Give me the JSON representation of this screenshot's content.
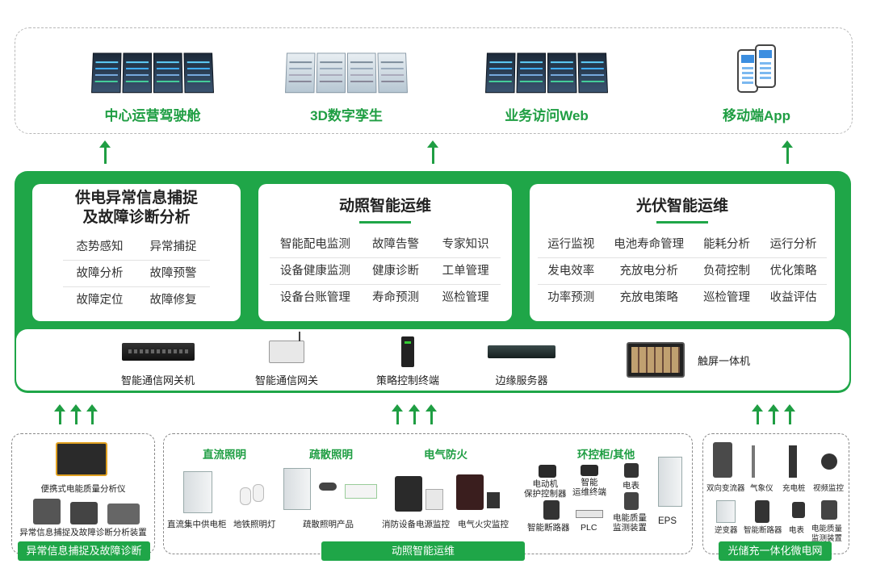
{
  "applications": [
    {
      "label": "中心运营驾驶舱",
      "icon": "screen-wall-icon"
    },
    {
      "label": "3D数字孪生",
      "icon": "digital-twin-icon"
    },
    {
      "label": "业务访问Web",
      "icon": "web-screen-icon"
    },
    {
      "label": "移动端App",
      "icon": "mobile-phone-icon"
    }
  ],
  "modules": [
    {
      "title": "供电异常信息捕捉\n及故障诊断分析",
      "title_line1": "供电异常信息捕捉",
      "title_line2": "及故障诊断分析",
      "rows": [
        [
          "态势感知",
          "异常捕捉"
        ],
        [
          "故障分析",
          "故障预警"
        ],
        [
          "故障定位",
          "故障修复"
        ]
      ]
    },
    {
      "title": "动照智能运维",
      "rows": [
        [
          "智能配电监测",
          "故障告警",
          "专家知识"
        ],
        [
          "设备健康监测",
          "健康诊断",
          "工单管理"
        ],
        [
          "设备台账管理",
          "寿命预测",
          "巡检管理"
        ]
      ]
    },
    {
      "title": "光伏智能运维",
      "rows": [
        [
          "运行监视",
          "电池寿命管理",
          "能耗分析",
          "运行分析"
        ],
        [
          "发电效率",
          "充放电分析",
          "负荷控制",
          "优化策略"
        ],
        [
          "功率预测",
          "充放电策略",
          "巡检管理",
          "收益评估"
        ]
      ]
    }
  ],
  "devices": [
    {
      "label": "智能通信网关机",
      "icon": "rack-gateway-icon"
    },
    {
      "label": "智能通信网关",
      "icon": "din-gateway-icon"
    },
    {
      "label": "策略控制终端",
      "icon": "controller-icon"
    },
    {
      "label": "边缘服务器",
      "icon": "edge-server-icon"
    },
    {
      "label": "触屏一体机",
      "icon": "touch-panel-icon"
    }
  ],
  "bottom_left": {
    "tag": "异常信息捕捉及故障诊断",
    "items": [
      "便携式电能质量分析仪",
      "异常信息捕捉及故障诊断分析装置"
    ]
  },
  "bottom_mid": {
    "tag": "动照智能运维",
    "sections": {
      "dc_lighting": "直流照明",
      "evac_lighting": "疏散照明",
      "fire": "电气防火",
      "env": "环控柜/其他"
    },
    "items": {
      "dc_cabinet": "直流集中供电柜",
      "metro_light": "地铁照明灯",
      "evac_product": "疏散照明产品",
      "fire_power": "消防设备电源监控",
      "fire_alarm": "电气火灾监控",
      "motor_1": "电动机",
      "motor_2": "保护控制器",
      "smart_1": "智能",
      "smart_2": "运维终端",
      "meter": "电表",
      "breaker": "智能断路器",
      "plc": "PLC",
      "pq_1": "电能质量",
      "pq_2": "监测装置",
      "eps": "EPS"
    }
  },
  "bottom_right": {
    "tag": "光储充一体化微电网",
    "items": {
      "converter": "双向变流器",
      "weather": "气象仪",
      "charger": "充电桩",
      "video": "视频监控",
      "inverter": "逆变器",
      "breaker": "智能断路器",
      "meter": "电表",
      "pq_1": "电能质量",
      "pq_2": "监测装置"
    }
  },
  "colors": {
    "green": "#1fa648",
    "label_green": "#1f9e43",
    "dashed": "#b8b8b8"
  }
}
